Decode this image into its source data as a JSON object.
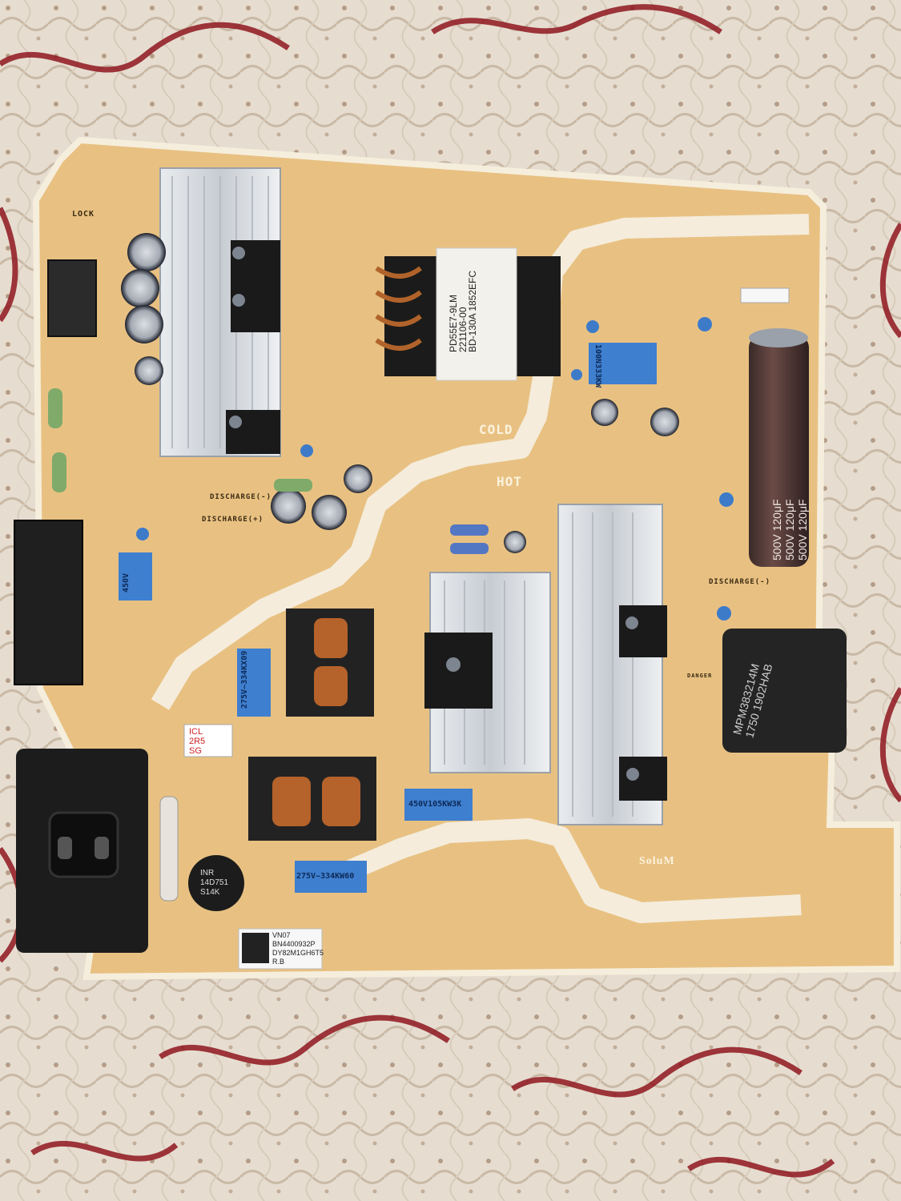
{
  "silkscreen": {
    "cold": "COLD",
    "hot": "HOT",
    "discharge_minus": "DISCHARGE(-)",
    "discharge_plus": "DISCHARGE(+)",
    "discharge_right": "DISCHARGE(-)",
    "lock": "LOCK",
    "danger": "DANGER",
    "brand": "SoluM"
  },
  "components": {
    "transformer_label": [
      "PD55E7-9LM",
      "221106-00",
      "BD-130A 1852EFC"
    ],
    "capacitor_450v": "450V105KW3K",
    "capacitor_275v_bottom": "275V~334KW60",
    "capacitor_275v_mid": "275V~334KX09",
    "capacitor_100n": "100N333KW",
    "capacitor_450v_left": "450V",
    "inductor_marking": [
      "MPM383214M",
      "1750 1902HAB"
    ],
    "bulk_cap_marking": [
      "500V 120μF",
      "500V 120μF",
      "500V 120μF"
    ],
    "ntc_marking": [
      "INR",
      "14D751",
      "S14K"
    ],
    "fuse_marking": [
      "ICL",
      "2R5",
      "SG"
    ]
  },
  "board_label": {
    "lines": [
      "VN07",
      "BN4400932P",
      "DY82M1GH6T5",
      "R.B"
    ]
  }
}
